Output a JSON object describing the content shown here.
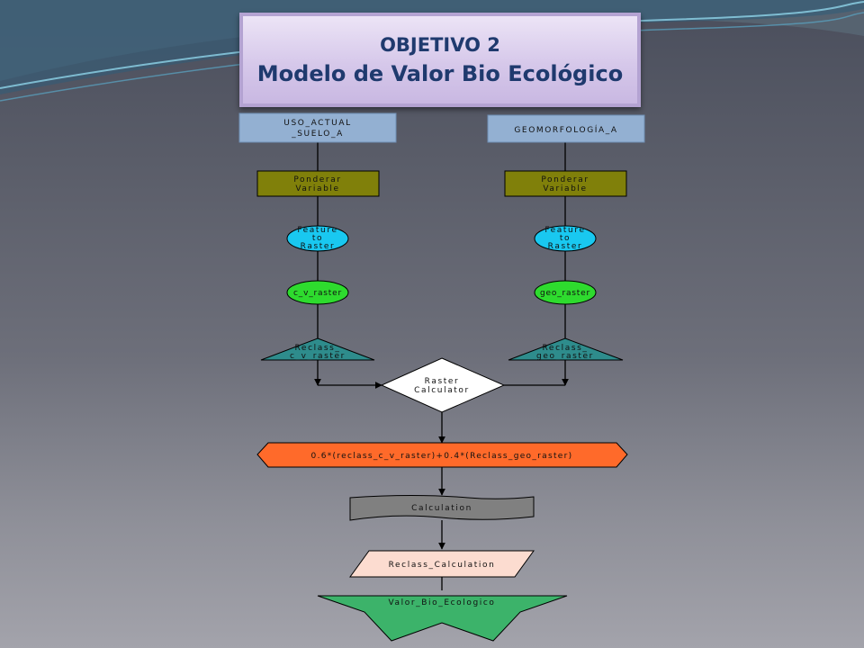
{
  "title": {
    "line1": "OBJETIVO 2",
    "line2": "Modelo de Valor Bio Ecológico"
  },
  "flow": {
    "left": {
      "input_line1": "USO_ACTUAL",
      "input_line2": "_SUELO_A",
      "weight_line1": "Ponderar",
      "weight_line2": "Variable",
      "tool_line1": "Feature",
      "tool_line2": "to",
      "tool_line3": "Raster",
      "raster": "c_v_raster",
      "reclass_line1": "Reclass_",
      "reclass_line2": "c_v_raster"
    },
    "right": {
      "input": "GEOMORFOLOGÍA_A",
      "weight_line1": "Ponderar",
      "weight_line2": "Variable",
      "tool_line1": "Feature",
      "tool_line2": "to",
      "tool_line3": "Raster",
      "raster": "geo_raster",
      "reclass_line1": "Reclass_",
      "reclass_line2": "geo_raster"
    },
    "calculator_line1": "Raster",
    "calculator_line2": "Calculator",
    "expression": "0.6*(reclass_c_v_raster)+0.4*(Reclass_geo_raster)",
    "calculation": "Calculation",
    "reclass_calculation": "Reclass_Calculation",
    "output": "Valor_Bio_Ecologico"
  },
  "colors": {
    "input_box": "#93b0d2",
    "weight_box": "#80800a",
    "tool_ellipse": "#19c8f0",
    "raster_ellipse": "#2edb2e",
    "reclass_triangle": "#2e8c8c",
    "calculator": "#ffffff",
    "expression": "#ff6a2a",
    "calculation": "#808080",
    "reclass_calculation": "#fcdcd0",
    "output_star": "#3cb36a"
  }
}
